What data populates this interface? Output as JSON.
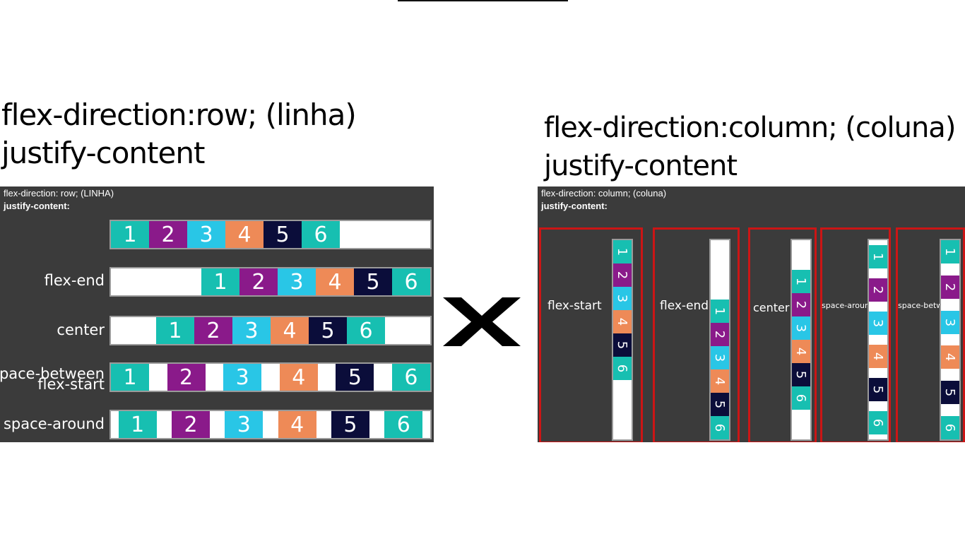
{
  "left_title": {
    "line1": "flex-direction:row; (linha)",
    "line2": "justify-content"
  },
  "right_title": {
    "line1": "flex-direction:column; (coluna)",
    "line2": "justify-content"
  },
  "row_panel": {
    "header1": "flex-direction: row; (LINHA)",
    "header2": "justify-content:",
    "rows": [
      {
        "label": "flex-start",
        "mode": "flex-start"
      },
      {
        "label": "flex-end",
        "mode": "flex-end"
      },
      {
        "label": "center",
        "mode": "center"
      },
      {
        "label": "space-between",
        "mode": "space-between"
      },
      {
        "label": "space-around",
        "mode": "space-around"
      }
    ]
  },
  "column_panel": {
    "header1": "flex-direction: column; (coluna)",
    "header2": "justify-content:",
    "columns": [
      {
        "label": "flex-start",
        "mode": "flex-start"
      },
      {
        "label": "flex-end",
        "mode": "flex-end"
      },
      {
        "label": "center",
        "mode": "center"
      },
      {
        "label": "space-around",
        "mode": "space-around"
      },
      {
        "label": "space-between",
        "mode": "space-between"
      }
    ]
  },
  "items": [
    "1",
    "2",
    "3",
    "4",
    "5",
    "6"
  ],
  "item_colors": [
    "#17bfb1",
    "#8a1a8a",
    "#29c6e6",
    "#ee8a57",
    "#0b0d3a",
    "#17bfb1"
  ],
  "colors": {
    "panel": "#3b3b3b",
    "highlight_border": "#cc1515"
  },
  "icons": {
    "versus": "x-cross-icon"
  }
}
